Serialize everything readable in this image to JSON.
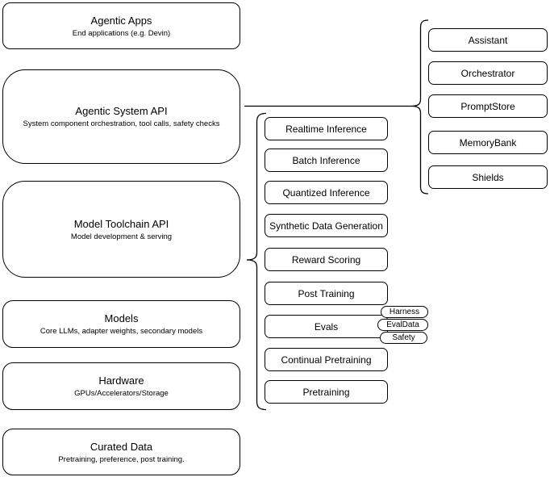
{
  "diagram": {
    "left_column": [
      {
        "title": "Agentic Apps",
        "subtitle": "End applications (e.g. Devin)"
      },
      {
        "title": "Agentic System API",
        "subtitle": "System component orchestration, tool calls, safety checks"
      },
      {
        "title": "Model Toolchain API",
        "subtitle": "Model development & serving"
      },
      {
        "title": "Models",
        "subtitle": "Core LLMs, adapter weights, secondary models"
      },
      {
        "title": "Hardware",
        "subtitle": "GPUs/Accelerators/Storage"
      },
      {
        "title": "Curated Data",
        "subtitle": "Pretraining, preference, post training."
      }
    ],
    "middle_column": {
      "items": [
        "Realtime Inference",
        "Batch Inference",
        "Quantized Inference",
        "Synthetic Data Generation",
        "Reward Scoring",
        "Post Training",
        "Evals",
        "Continual Pretraining",
        "Pretraining"
      ],
      "evals_tags": [
        "Harness",
        "EvalData",
        "Safety"
      ]
    },
    "right_column": {
      "items": [
        "Assistant",
        "Orchestrator",
        "PromptStore",
        "MemoryBank",
        "Shields"
      ]
    },
    "colors": {
      "stroke": "#000000",
      "fill": "#ffffff",
      "background": "#ffffff",
      "text": "#000000"
    }
  }
}
